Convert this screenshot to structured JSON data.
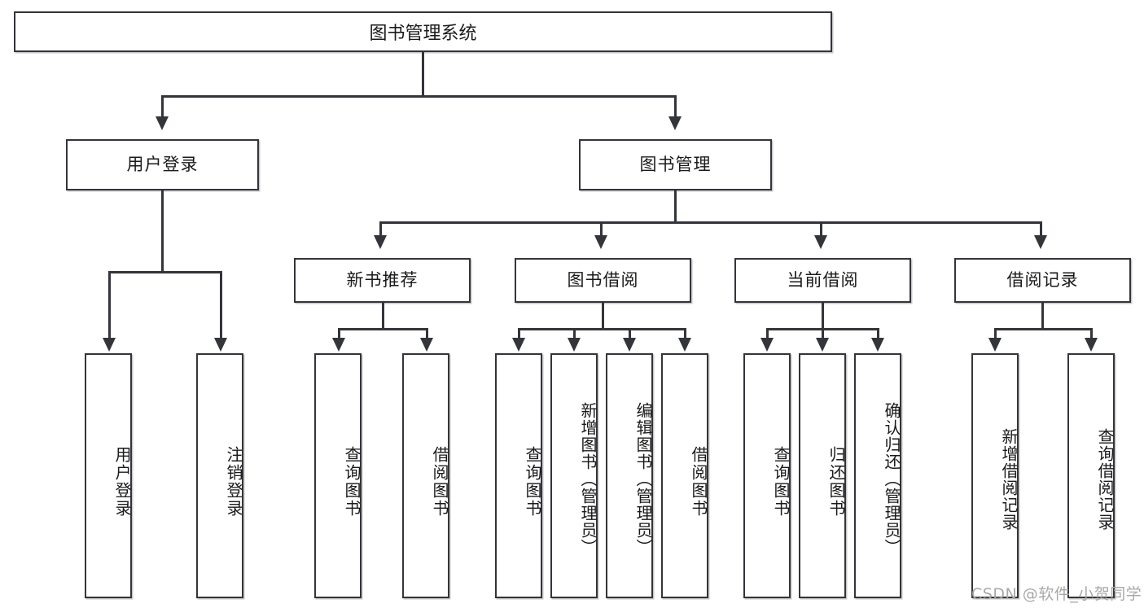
{
  "diagram": {
    "title": "图书管理系统",
    "type": "hierarchy-tree",
    "root": {
      "label": "图书管理系统"
    },
    "level1": [
      {
        "label": "用户登录"
      },
      {
        "label": "图书管理"
      }
    ],
    "level2": [
      {
        "label": "新书推荐"
      },
      {
        "label": "图书借阅"
      },
      {
        "label": "当前借阅"
      },
      {
        "label": "借阅记录"
      }
    ],
    "leaves": {
      "user_login": [
        {
          "label": "用户登录"
        },
        {
          "label": "注销登录"
        }
      ],
      "new_book_recommend": [
        {
          "label": "查询图书"
        },
        {
          "label": "借阅图书"
        }
      ],
      "book_borrow": [
        {
          "label": "查询图书"
        },
        {
          "label": "新增图书（管理员）"
        },
        {
          "label": "编辑图书（管理员）"
        },
        {
          "label": "借阅图书"
        }
      ],
      "current_borrow": [
        {
          "label": "查询图书"
        },
        {
          "label": "归还图书"
        },
        {
          "label": "确认归还（管理员）"
        }
      ],
      "borrow_record": [
        {
          "label": "新增借阅记录"
        },
        {
          "label": "查询借阅记录"
        }
      ]
    }
  },
  "watermark": {
    "text": "CSDN @软件_小贺同学"
  },
  "colors": {
    "stroke": "#33353b",
    "text": "#1a1a1a",
    "background": "#ffffff",
    "watermark": "#a8a8a8"
  }
}
